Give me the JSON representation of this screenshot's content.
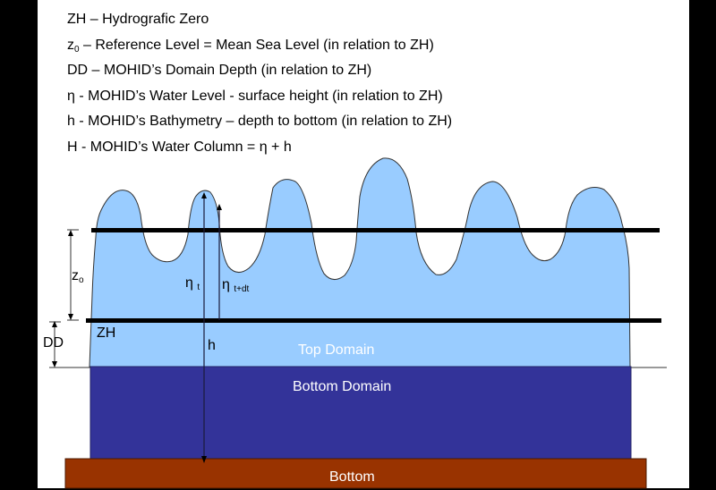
{
  "legend": {
    "items": [
      {
        "symbol": "ZH",
        "sub": "",
        "text": " – Hydrografic Zero"
      },
      {
        "symbol": "z",
        "sub": "0",
        "text": " – Reference Level = Mean Sea Level (in relation to ZH)"
      },
      {
        "symbol": "DD",
        "sub": "",
        "text": " – MOHID’s Domain Depth (in relation to ZH)"
      },
      {
        "symbol": "η",
        "sub": "",
        "text": " - MOHID’s Water Level - surface height (in relation to ZH)"
      },
      {
        "symbol": "h",
        "sub": "",
        "text": " - MOHID’s Bathymetry – depth to bottom (in relation to ZH)"
      },
      {
        "symbol": "H",
        "sub": "",
        "text": " - MOHID’s Water Column = η + h"
      }
    ]
  },
  "labels": {
    "z0_main": "z",
    "z0_sub": "o",
    "dd": "DD",
    "zh": "ZH",
    "eta_t_main": "η",
    "eta_t_sub": "t",
    "eta_tdt_main": "η",
    "eta_tdt_sub": "t+dt",
    "h": "h",
    "top_domain": "Top Domain",
    "bottom_domain": "Bottom Domain",
    "bottom": "Bottom"
  },
  "colors": {
    "background_frame": "#000000",
    "canvas": "#ffffff",
    "water": "#99ccff",
    "bottom_domain": "#333399",
    "bottom": "#993300",
    "reference_lines": "#000000"
  }
}
